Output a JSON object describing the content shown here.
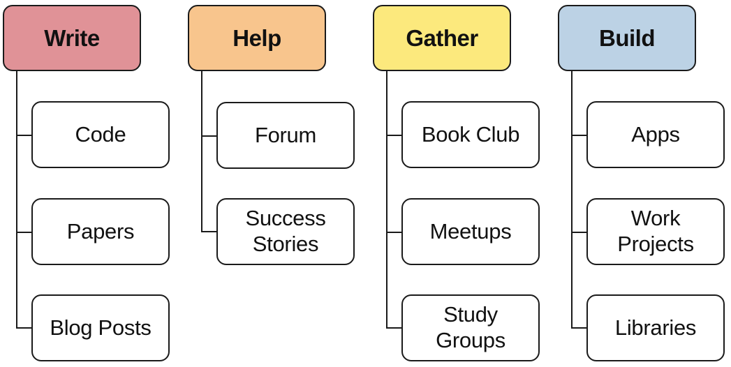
{
  "categories": [
    {
      "title": "Write",
      "color": "#e09297",
      "items": [
        "Code",
        "Papers",
        "Blog Posts"
      ]
    },
    {
      "title": "Help",
      "color": "#f8c58d",
      "items": [
        "Forum",
        "Success\nStories"
      ]
    },
    {
      "title": "Gather",
      "color": "#fce97d",
      "items": [
        "Book Club",
        "Meetups",
        "Study\nGroups"
      ]
    },
    {
      "title": "Build",
      "color": "#bcd2e5",
      "items": [
        "Apps",
        "Work\nProjects",
        "Libraries"
      ]
    }
  ]
}
